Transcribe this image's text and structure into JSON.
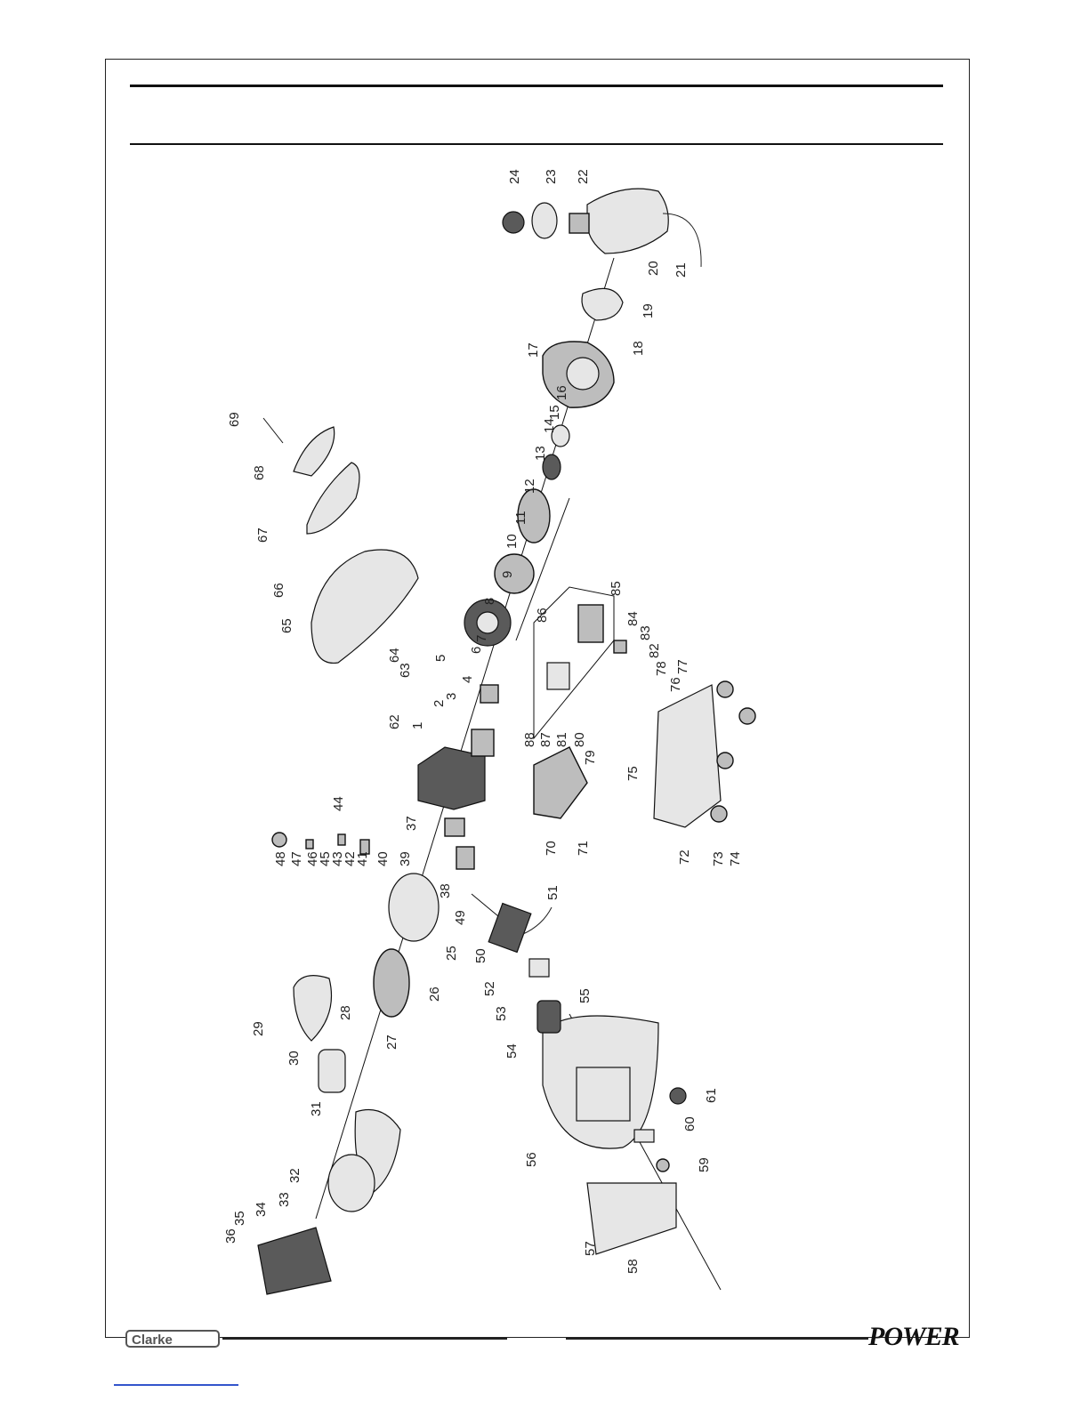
{
  "diagram": {
    "part_numbers": [
      "1",
      "2",
      "3",
      "4",
      "5",
      "6",
      "7",
      "8",
      "9",
      "10",
      "11",
      "12",
      "13",
      "14",
      "15",
      "16",
      "17",
      "18",
      "19",
      "20",
      "21",
      "22",
      "23",
      "24",
      "25",
      "26",
      "27",
      "28",
      "29",
      "30",
      "31",
      "32",
      "33",
      "34",
      "35",
      "36",
      "37",
      "38",
      "39",
      "40",
      "41",
      "42",
      "43",
      "44",
      "45",
      "46",
      "47",
      "48",
      "49",
      "50",
      "51",
      "52",
      "53",
      "54",
      "55",
      "56",
      "57",
      "58",
      "59",
      "60",
      "61",
      "62",
      "63",
      "64",
      "65",
      "66",
      "67",
      "68",
      "69",
      "70",
      "71",
      "72",
      "73",
      "74",
      "75",
      "76",
      "77",
      "78",
      "79",
      "80",
      "81",
      "82",
      "83",
      "84",
      "85",
      "86",
      "87",
      "88"
    ]
  },
  "footer": {
    "left_logo": "Clarke",
    "right_logo": "POWER"
  }
}
